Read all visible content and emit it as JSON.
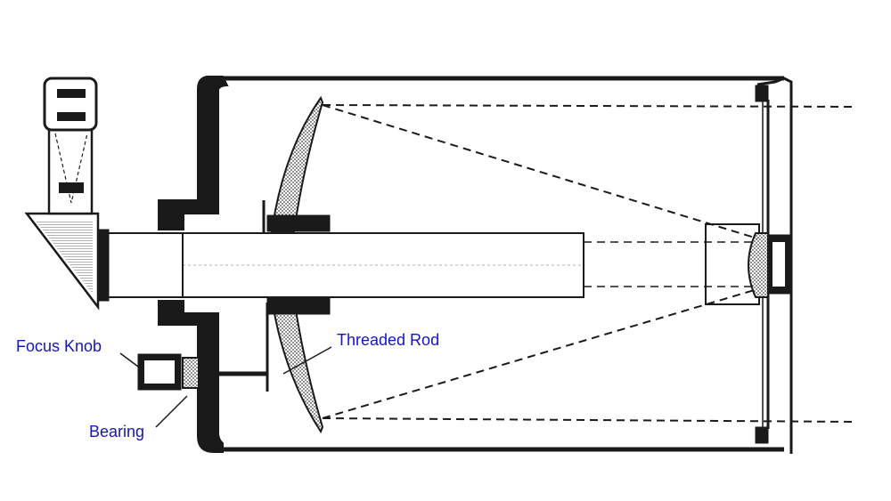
{
  "labels": {
    "focus_knob": "Focus Knob",
    "threaded_rod": "Threaded Rod",
    "bearing": "Bearing"
  },
  "colors": {
    "label": "#1414c8",
    "ink": "#1a1a1a",
    "hatch": "#555555"
  }
}
